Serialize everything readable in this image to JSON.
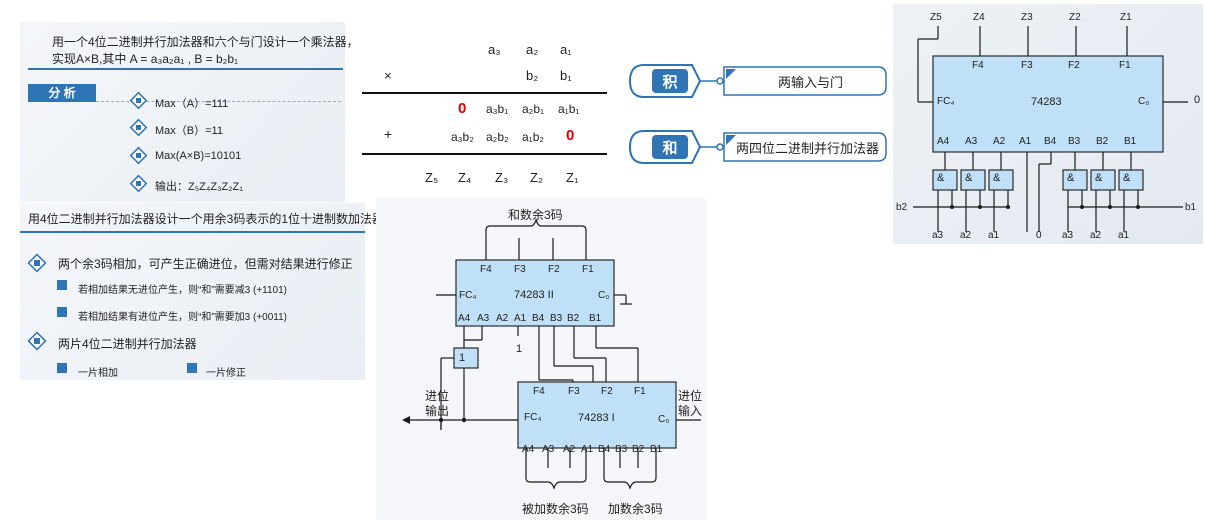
{
  "multiplier_panel": {
    "title_line1": "用一个4位二进制并行加法器和六个与门设计一个乘法器，",
    "title_line2": "实现A×B,其中  A = a₃a₂a₁ , B = b₂b₁",
    "section_label": "分  析",
    "items": [
      "Max（A）=111",
      "Max（B）=11",
      "Max(A×B)=10101",
      "输出：Z₅Z₄Z₃Z₂Z₁"
    ]
  },
  "mult_table": {
    "row1": [
      "a₃",
      "a₂",
      "a₁"
    ],
    "times_sign": "×",
    "row2": [
      "b₂",
      "b₁"
    ],
    "row3_zero": "0",
    "row3": [
      "a₃b₁",
      "a₂b₁",
      "a₁b₁"
    ],
    "plus_sign": "+",
    "row4": [
      "a₃b₂",
      "a₂b₂",
      "a₁b₂"
    ],
    "row4_zero": "0",
    "row5": [
      "Z₅",
      "Z₄",
      "Z₃",
      "Z₂",
      "Z₁"
    ]
  },
  "legend": {
    "product_tag": "积",
    "product_text": "两输入与门",
    "sum_tag": "和",
    "sum_text": "两四位二进制并行加法器"
  },
  "circuit_top": {
    "outputs": [
      "Z5",
      "Z4",
      "Z3",
      "Z2",
      "Z1"
    ],
    "chip": "74283",
    "f_pins": [
      "F4",
      "F3",
      "F2",
      "F1"
    ],
    "fc4": "FC₄",
    "c0": "C₀",
    "c0_value": "0",
    "in_pins": [
      "A4",
      "A3",
      "A2",
      "A1",
      "B4",
      "B3",
      "B2",
      "B1"
    ],
    "gate": "&",
    "left_input": "b2",
    "right_input": "b1",
    "bottom_labels": [
      "a3",
      "a2",
      "a1",
      "0",
      "a3",
      "a2",
      "a1"
    ]
  },
  "excess3_panel": {
    "title": "用4位二进制并行加法器设计一个用余3码表示的1位十进制数加法器",
    "item1": "两个余3码相加，可产生正确进位，但需对结果进行修正",
    "sub1": "若相加结果无进位产生，则“和”需要减3    (+1101)",
    "sub2": "若相加结果有进位产生，则“和”需要加3    (+0011)",
    "item2": "两片4位二进制并行加法器",
    "sub3": "一片相加",
    "sub4": "一片修正"
  },
  "circuit_bottom": {
    "top_label": "和数余3码",
    "chip2": "74283  II",
    "chip1": "74283  I",
    "f_pins": [
      "F4",
      "F3",
      "F2",
      "F1"
    ],
    "fc4": "FC₄",
    "c0": "C₀",
    "in_pins": [
      "A4",
      "A3",
      "A2",
      "A1",
      "B4",
      "B3",
      "B2",
      "B1"
    ],
    "a1_value": "1",
    "or_gate": "1",
    "carry_out_1": "进位",
    "carry_out_2": "输出",
    "carry_in_1": "进位",
    "carry_in_2": "输入",
    "bottom_left": "被加数余3码",
    "bottom_right": "加数余3码"
  }
}
